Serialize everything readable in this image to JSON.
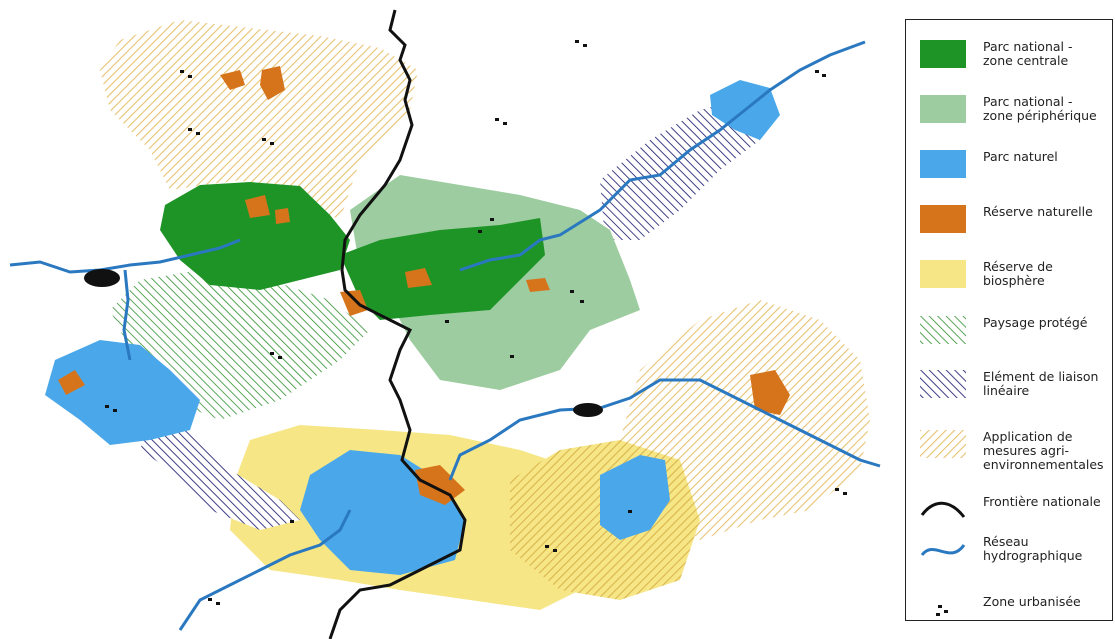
{
  "map": {
    "colors": {
      "nat_central": "#1e9427",
      "nat_peripheral": "#9ccc9f",
      "natural_park": "#4aa8ea",
      "nature_reserve": "#d6741c",
      "biosphere": "#f6e686",
      "protected_landscape": "#2e8f2e",
      "corridor": "#2b2b78",
      "agri_env": "#e8c272",
      "border": "#111111",
      "river": "#2a78c0",
      "urban": "#111111"
    }
  },
  "legend": {
    "items": [
      {
        "key": "nat_central",
        "label": "Parc national -\nzone centrale"
      },
      {
        "key": "nat_peripheral",
        "label": "Parc national -\nzone périphérique"
      },
      {
        "key": "natural_park",
        "label": "Parc naturel"
      },
      {
        "key": "nature_reserve",
        "label": "Réserve naturelle"
      },
      {
        "key": "biosphere",
        "label": "Réserve de\nbiosphère"
      },
      {
        "key": "protected_landscape",
        "label": "Paysage protégé"
      },
      {
        "key": "corridor",
        "label": "Elément de liaison\nlinéaire"
      },
      {
        "key": "agri_env",
        "label": "Application de\nmesures agri-\nenvironnementales"
      },
      {
        "key": "border",
        "label": "Frontière nationale"
      },
      {
        "key": "river",
        "label": "Réseau\nhydrographique"
      },
      {
        "key": "urban",
        "label": "Zone urbanisée"
      }
    ]
  }
}
